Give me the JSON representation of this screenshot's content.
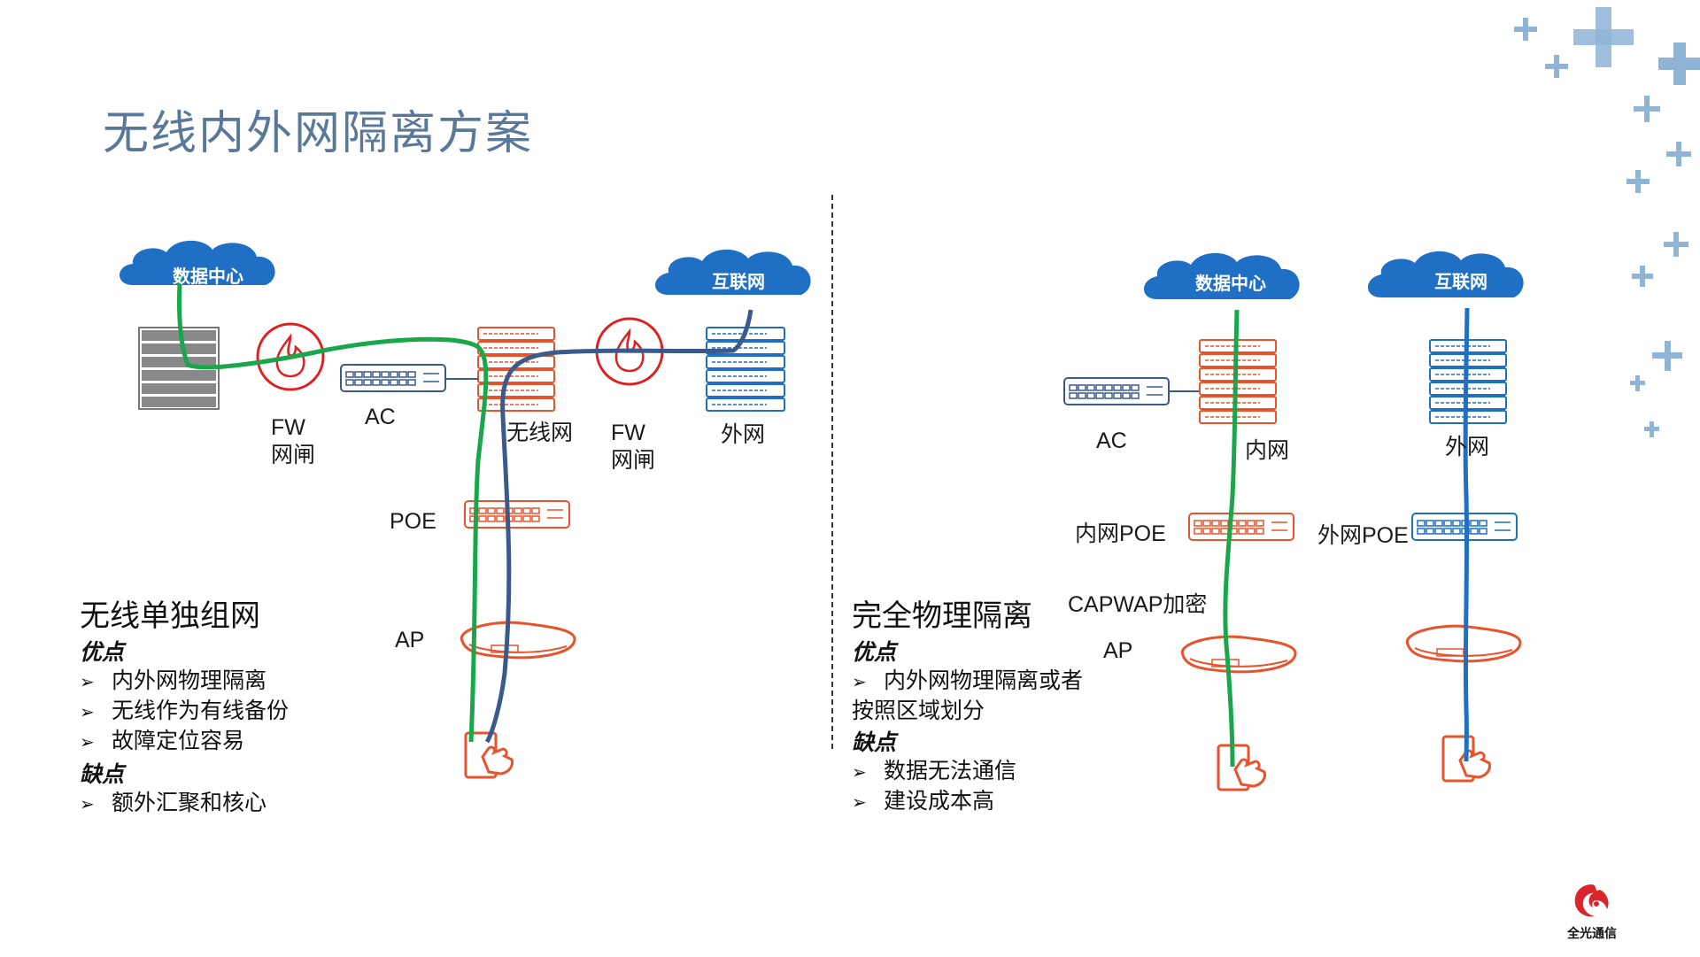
{
  "title": "无线内外网隔离方案",
  "left": {
    "clouds": {
      "datacenter": "数据中心",
      "internet": "互联网"
    },
    "labels": {
      "fw1_line1": "FW",
      "fw1_line2": "网闸",
      "ac": "AC",
      "wireless": "无线网",
      "fw2_line1": "FW",
      "fw2_line2": "网闸",
      "external": "外网",
      "poe": "POE",
      "ap": "AP"
    },
    "section": {
      "heading": "无线单独组网",
      "pros_title": "优点",
      "pros": [
        "内外网物理隔离",
        "无线作为有线备份",
        "故障定位容易"
      ],
      "cons_title": "缺点",
      "cons": [
        "额外汇聚和核心"
      ]
    }
  },
  "right": {
    "clouds": {
      "datacenter": "数据中心",
      "internet": "互联网"
    },
    "labels": {
      "ac": "AC",
      "internal": "内网",
      "external": "外网",
      "internal_poe": "内网POE",
      "external_poe": "外网POE",
      "capwap": "CAPWAP加密",
      "ap": "AP"
    },
    "section": {
      "heading": "完全物理隔离",
      "pros_title": "优点",
      "pros_line1": "内外网物理隔离或者",
      "pros_line2": "按照区域划分",
      "cons_title": "缺点",
      "cons": [
        "数据无法通信",
        "建设成本高"
      ]
    }
  },
  "logo": {
    "text": "全光通信"
  },
  "colors": {
    "title": "#5a7898",
    "orange": "#e8532b",
    "blue": "#1f6fc4",
    "cloud": "#1f6fc4",
    "green": "#1aa64a",
    "navy": "#3a5a8c",
    "gray": "#777777",
    "plus": "#8fb4d6"
  }
}
